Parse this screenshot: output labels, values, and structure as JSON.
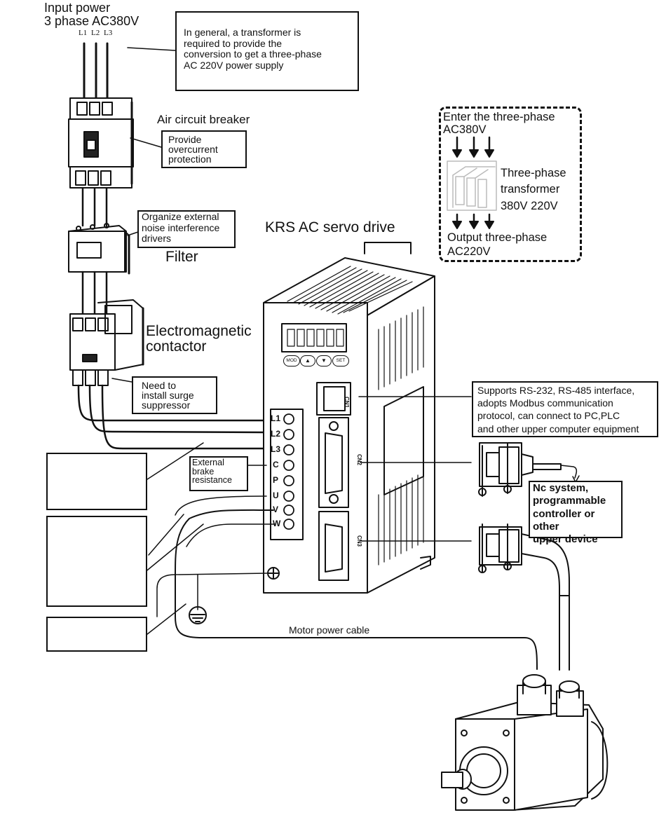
{
  "input_power": {
    "line1": "Input power",
    "line2": "3 phase AC380V",
    "phases": [
      "L1",
      "L2",
      "L3"
    ]
  },
  "transformer_note": "In general, a transformer is\nrequired to provide the\nconversion to get a three-phase\nAC 220V power supply",
  "breaker": {
    "title": "Air circuit breaker",
    "note": "Provide\novercurrent\nprotection"
  },
  "filter": {
    "title": "Filter",
    "note": "Organize external\nnoise interference\ndrivers"
  },
  "contactor": {
    "title": "Electromagnetic\ncontactor",
    "note": "Need to\ninstall surge\nsuppressor"
  },
  "brake_note": "External\nbrake\nresistance",
  "servo": {
    "title": "KRS AC servo drive",
    "buttons": [
      "MOD",
      "▲",
      "▼",
      "SET"
    ],
    "terminals": [
      "L1",
      "L2",
      "L3",
      "C",
      "P",
      "U",
      "V",
      "W"
    ],
    "ports": [
      "CN1",
      "CN2",
      "CN3"
    ]
  },
  "transformer_box": {
    "enter": "Enter the three-phase\nAC380V",
    "label": "Three-phase\ntransformer\n380V 220V",
    "output": "Output three-phase\nAC220V"
  },
  "comm_note": "Supports RS-232, RS-485 interface,\nadopts Modbus communication\nprotocol, can connect to PC,PLC\nand other upper computer equipment",
  "upper_device": "Nc system,\nprogrammable\ncontroller or other\nupper device",
  "motor_cable": "Motor power cable"
}
